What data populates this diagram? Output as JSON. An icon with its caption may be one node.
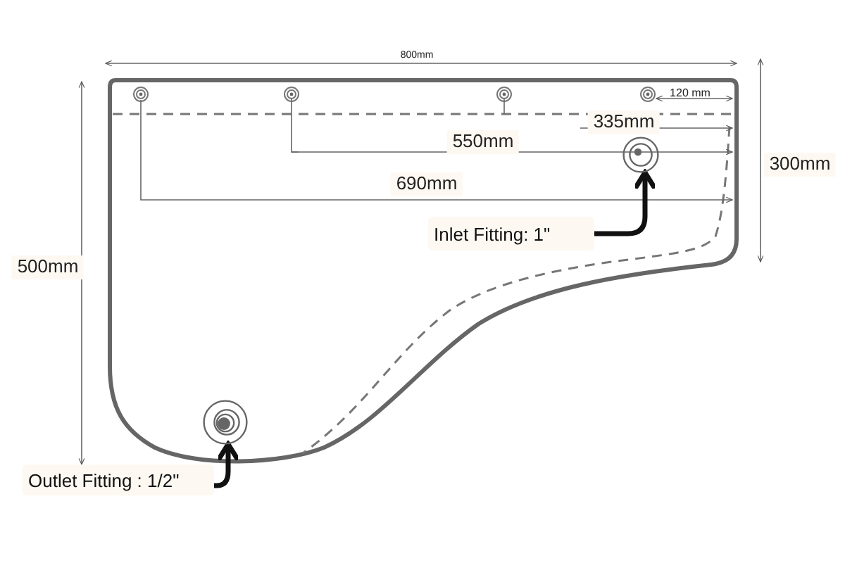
{
  "diagram": {
    "nodes": [
      {
        "text": [],
        "shape": "circle"
      },
      {
        "text": [
          "Inlet Fitting: 1\""
        ]
      },
      {
        "text": [],
        "shape": "circle"
      },
      {
        "text": [
          "Outlet Fitting : 1/2\""
        ]
      }
    ],
    "edges": [
      {
        "from": 1,
        "to": 0,
        "arrow": "to"
      },
      {
        "from": 3,
        "to": 2,
        "arrow": "to"
      }
    ],
    "labels": [
      "800mm",
      "120 mm",
      "335mm",
      "550mm",
      "690mm",
      "300mm",
      "500mm"
    ]
  }
}
